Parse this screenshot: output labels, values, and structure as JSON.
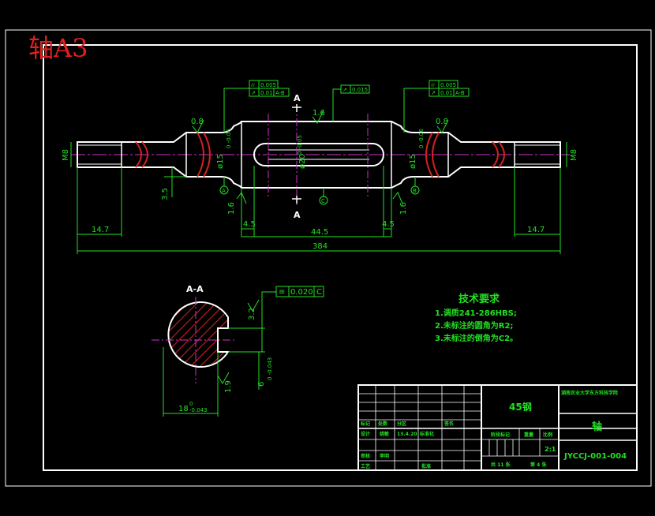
{
  "sheet": {
    "title": "轴A3"
  },
  "main_view": {
    "dims": {
      "m8_left": "M8",
      "m8_right": "M8",
      "d15_left": "ø15",
      "d15_right": "ø15",
      "d15_tol": "0\n-0.06",
      "d20": "ø20",
      "d20_tol": "0\n-0.05",
      "len_14_7_left": "14.7",
      "len_14_7_right": "14.7",
      "len_44_5": "44.5",
      "len_4_5_left": "4.5",
      "len_4_5_right": "4.5",
      "len_384": "384",
      "len_3_5": "3.5",
      "rough_0_8_left": "0.8",
      "rough_0_8_right": "0.8",
      "rough_1_6_top": "1.6",
      "rough_1_6_left": "1.6",
      "rough_1_6_right": "1.6"
    },
    "section_marks": {
      "top": "A",
      "bottom": "A"
    },
    "datums": {
      "a": "A",
      "b": "B",
      "c": "C"
    },
    "tolerance_frames": {
      "left_line1": "0.005",
      "left_line2_val": "0.01",
      "left_line2_ref": "A-B",
      "center": "0.015",
      "right_line1": "0.005",
      "right_line2_val": "0.01",
      "right_line2_ref": "A-B"
    }
  },
  "section_view": {
    "title": "A-A",
    "tolerance": "0.020",
    "tolerance_ref": "C",
    "rough": "3.2",
    "width_dim": "18",
    "width_tol": "0\n-0.043",
    "keyway_dim": "6",
    "keyway_tol": "0\n-0.043",
    "rough_bottom": "1.9"
  },
  "tech_requirements": {
    "heading": "技术要求",
    "items": [
      "1.调质241-286HBS;",
      "2.未标注的圆角为R2;",
      "3.未标注的倒角为C2。"
    ]
  },
  "title_block": {
    "material": "45钢",
    "school": "湖南农业大学东方科技学院",
    "part_name": "轴",
    "drawing_no": "JYCCJ-001-004",
    "scale": "2:1",
    "headers": {
      "stage_mark": "阶段标记",
      "weight": "重量",
      "ratio": "比例",
      "sheets_total": "共 11 张",
      "sheet_no": "第 4 张"
    },
    "left_rows": {
      "marks": "标记",
      "count": "处数",
      "zone": "分区",
      "signature": "签名",
      "design": "设计",
      "designer": "姚敏",
      "date": "13.4.20",
      "standardize": "标准化",
      "review": "审核",
      "reviewer": "李明",
      "process": "工艺",
      "approve": "批准"
    }
  },
  "colors": {
    "background": "#000000",
    "line": "#ffffff",
    "dimension": "#22e022",
    "centerline": "#cc33cc",
    "red": "#d42020",
    "title_red": "#e02020"
  }
}
